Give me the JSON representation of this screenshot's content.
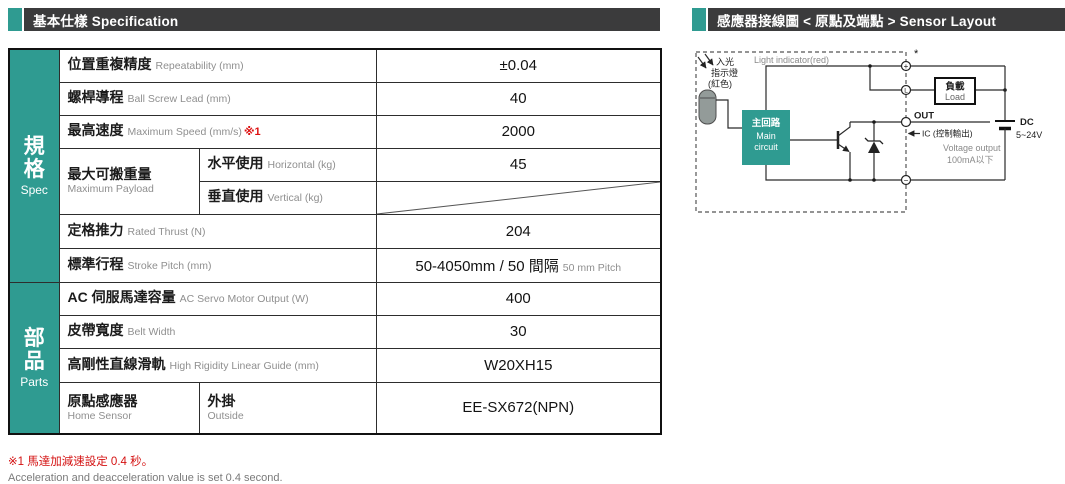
{
  "colors": {
    "accent_teal": "#2f9b91",
    "header_dark": "#3b3b3c",
    "note_red": "#d41111"
  },
  "left": {
    "header": "基本仕樣 Specification",
    "groups": {
      "spec": {
        "zh": "規格",
        "en": "Spec"
      },
      "parts": {
        "zh": "部品",
        "en": "Parts"
      }
    },
    "rows": {
      "repeatability": {
        "zh": "位置重複精度",
        "en": "Repeatability (mm)",
        "value": "±0.04"
      },
      "ball_screw_lead": {
        "zh": "螺桿導程",
        "en": "Ball Screw Lead (mm)",
        "value": "40"
      },
      "max_speed": {
        "zh": "最高速度",
        "en": "Maximum Speed (mm/s)",
        "note": "※1",
        "value": "2000"
      },
      "max_payload": {
        "zh": "最大可搬重量",
        "en": "Maximum Payload"
      },
      "horizontal": {
        "zh": "水平使用",
        "en": "Horizontal (kg)",
        "value": "45"
      },
      "vertical": {
        "zh": "垂直使用",
        "en": "Vertical (kg)",
        "value": ""
      },
      "rated_thrust": {
        "zh": "定格推力",
        "en": "Rated Thrust (N)",
        "value": "204"
      },
      "stroke_pitch": {
        "zh": "標準行程",
        "en": "Stroke Pitch (mm)",
        "value": "50-4050mm / 50 間隔",
        "value_note": "50 mm Pitch"
      },
      "servo_output": {
        "zh": "AC 伺服馬達容量",
        "en": "AC Servo Motor Output (W)",
        "value": "400"
      },
      "belt_width": {
        "zh": "皮帶寬度",
        "en": "Belt Width",
        "value": "30"
      },
      "linear_guide": {
        "zh": "高剛性直線滑軌",
        "en": "High Rigidity Linear Guide (mm)",
        "value": "W20XH15"
      },
      "home_sensor": {
        "zh": "原點感應器",
        "en": "Home Sensor",
        "mount_zh": "外掛",
        "mount_en": "Outside",
        "value": "EE-SX672(NPN)"
      }
    },
    "footnotes": {
      "zh": "※1 馬達加減速設定 0.4 秒。",
      "en": "Acceleration and deacceleration value is set 0.4 second."
    }
  },
  "right": {
    "header": "感應器接線圖 < 原點及端點 > Sensor Layout",
    "diagram": {
      "light_indicator": "Light indicator(red)",
      "incident_1": "入光",
      "incident_2": "指示燈",
      "incident_3": "(紅色)",
      "main_circuit_zh": "主回路",
      "main_circuit_en1": "Main",
      "main_circuit_en2": "circuit",
      "load_zh": "負載",
      "load_en": "Load",
      "out": "OUT",
      "asterisk": "*",
      "plus": "+",
      "l": "L",
      "minus": "−",
      "ic": "IC (控制輸出)",
      "voltage_output": "Voltage output",
      "current_limit": "100mA以下",
      "dc": "DC",
      "dc_range": "5~24V"
    }
  }
}
